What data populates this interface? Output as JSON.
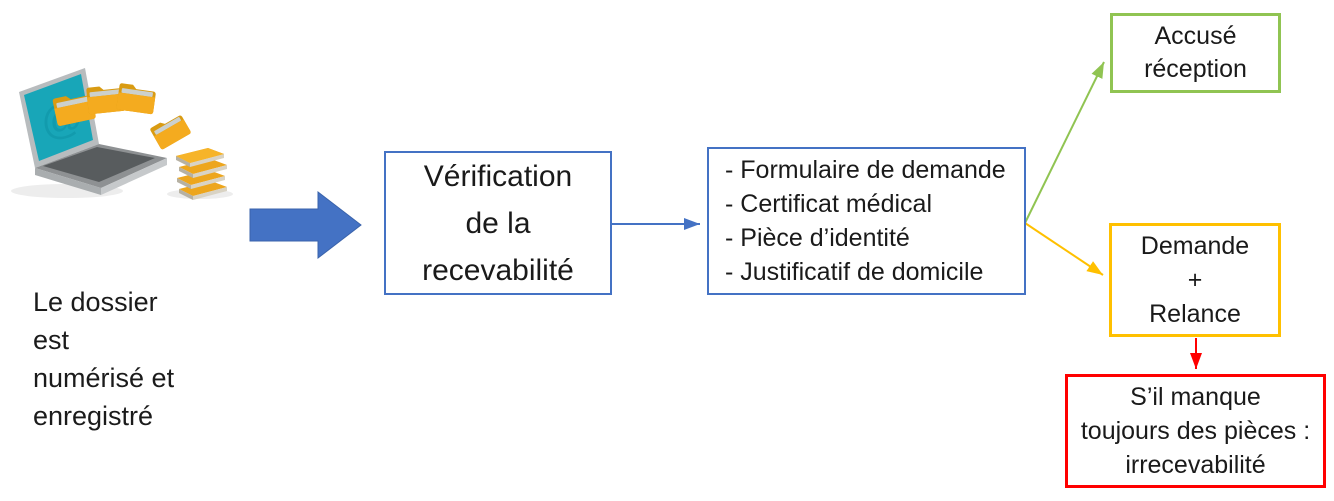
{
  "colors": {
    "blue": "#4472C4",
    "green": "#90C452",
    "gold": "#FFC000",
    "red": "#FF0000",
    "text": "#1A1A1A",
    "background": "#FFFFFF"
  },
  "illustration": {
    "name": "laptop-digitizing-folders",
    "caption": {
      "lines": [
        "Le dossier",
        "est",
        "numérisé et",
        "enregistré"
      ]
    }
  },
  "diagram": {
    "verification": {
      "lines": [
        "Vérification",
        "de la",
        "recevabilité"
      ]
    },
    "documents": {
      "lines": [
        "- Formulaire de demande",
        "- Certificat médical",
        "- Pièce d’identité",
        "- Justificatif de domicile"
      ]
    },
    "accuse_reception": {
      "lines": [
        "Accusé",
        "réception"
      ]
    },
    "demande_relance": {
      "lines": [
        "Demande",
        "+",
        "Relance"
      ]
    },
    "irrecevabilite": {
      "lines": [
        "S’il manque",
        "toujours des pièces :",
        "irrecevabilité"
      ]
    },
    "edges": [
      {
        "from": "illustration",
        "to": "verification",
        "style": "block-arrow",
        "color": "blue"
      },
      {
        "from": "verification",
        "to": "documents",
        "style": "arrow",
        "color": "blue"
      },
      {
        "from": "documents",
        "to": "accuse_reception",
        "style": "arrow",
        "color": "green"
      },
      {
        "from": "documents",
        "to": "demande_relance",
        "style": "arrow",
        "color": "gold"
      },
      {
        "from": "demande_relance",
        "to": "irrecevabilite",
        "style": "arrow",
        "color": "red"
      }
    ]
  }
}
